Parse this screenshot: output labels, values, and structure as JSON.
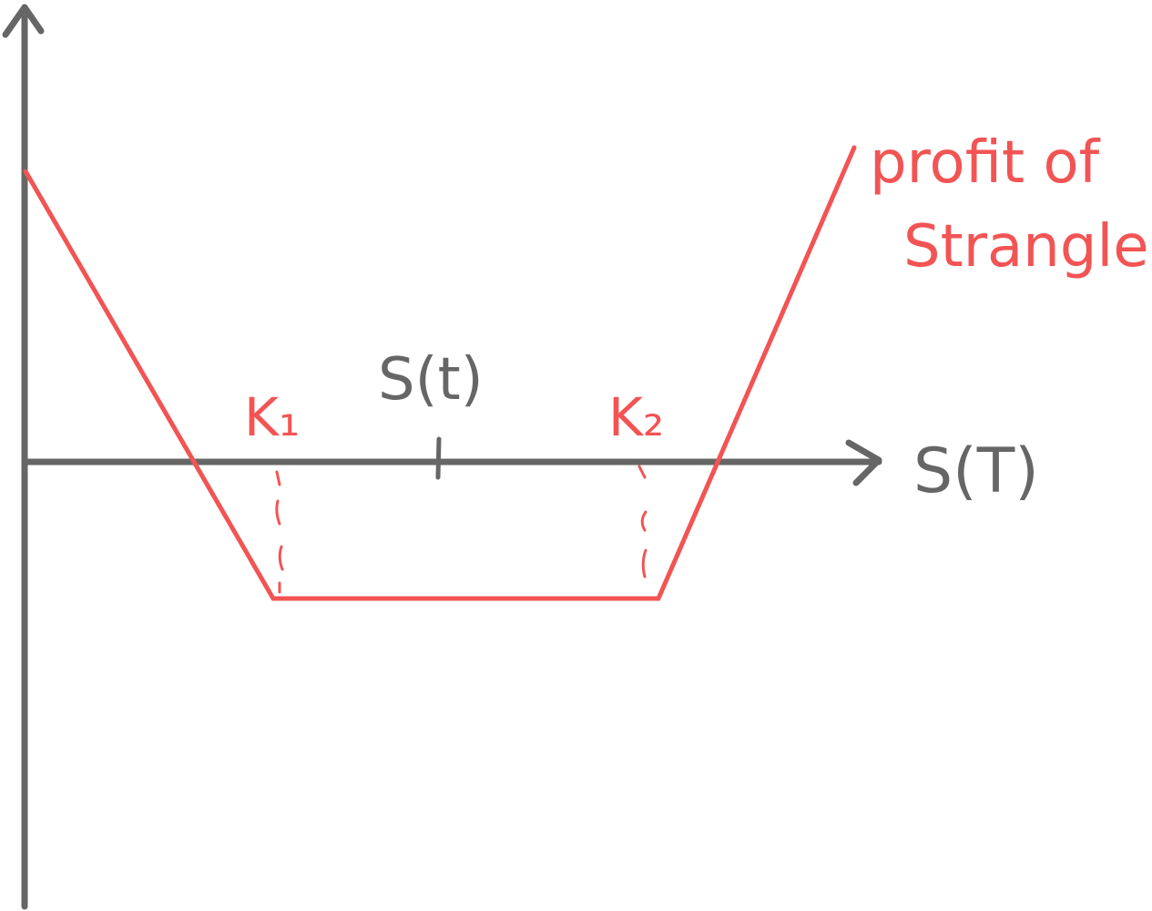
{
  "diagram": {
    "labels": {
      "k1": "K₁",
      "k2": "K₂",
      "s_t": "S(t)",
      "s_T": "S(T)",
      "caption_line1": "profit of",
      "caption_line2": "Strangle."
    },
    "colors": {
      "axis": "#666666",
      "payoff": "#f25454",
      "background": "#ffffff"
    }
  }
}
